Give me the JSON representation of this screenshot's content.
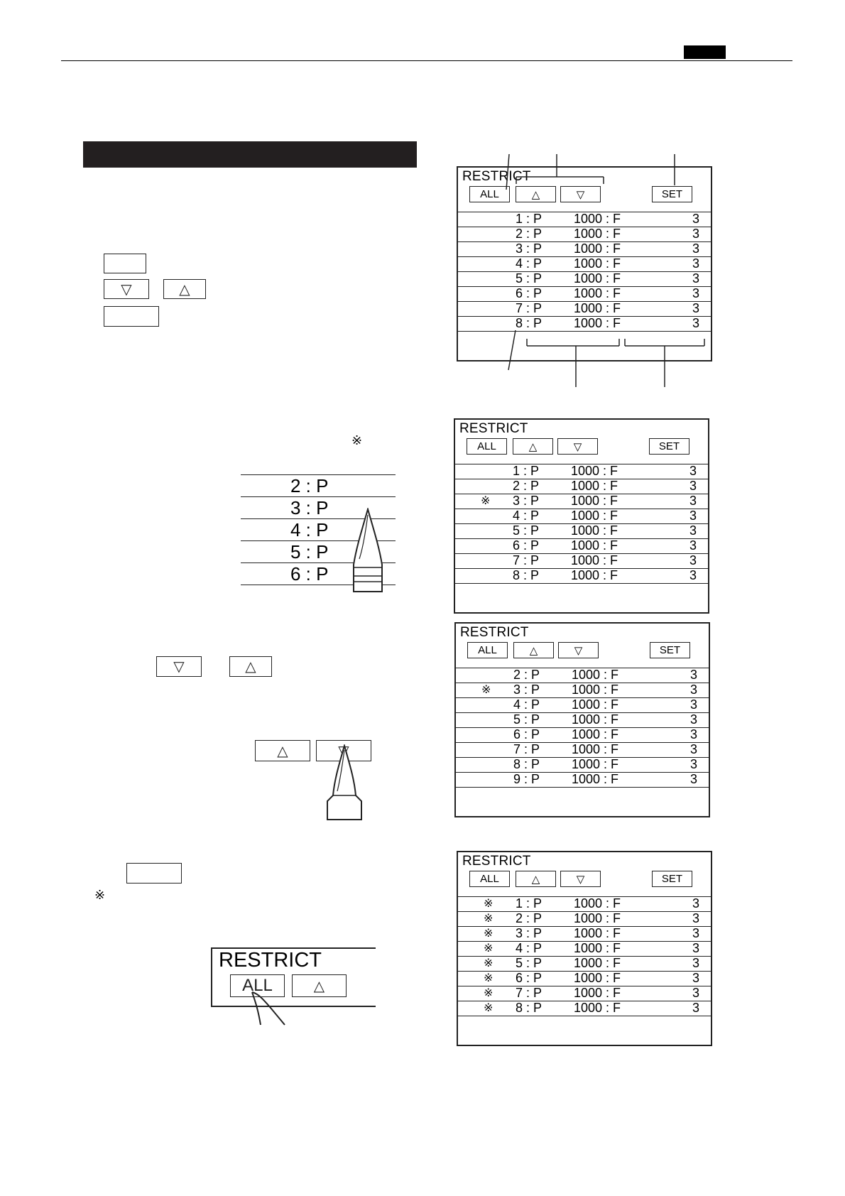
{
  "page": {
    "asterisk_note_1": "※",
    "asterisk_note_2": "※"
  },
  "left_keys": {
    "down_symbol": "▽",
    "up_symbol": "△"
  },
  "zoom_list": {
    "rows": [
      "2 : P",
      "3 : P",
      "4 : P",
      "5 : P",
      "6 : P"
    ]
  },
  "zoom_arrows": {
    "up_symbol": "△",
    "down_symbol": "▽"
  },
  "zoom_restrict": {
    "title": "RESTRICT",
    "all_label": "ALL",
    "up_symbol": "△"
  },
  "panels": [
    {
      "title": "RESTRICT",
      "all": "ALL",
      "up": "△",
      "down": "▽",
      "set": "SET",
      "rows": [
        {
          "mark": "",
          "num": "1 : P",
          "val": "1000 : F",
          "cnt": "3"
        },
        {
          "mark": "",
          "num": "2 : P",
          "val": "1000 : F",
          "cnt": "3"
        },
        {
          "mark": "",
          "num": "3 : P",
          "val": "1000 : F",
          "cnt": "3"
        },
        {
          "mark": "",
          "num": "4 : P",
          "val": "1000 : F",
          "cnt": "3"
        },
        {
          "mark": "",
          "num": "5 : P",
          "val": "1000 : F",
          "cnt": "3"
        },
        {
          "mark": "",
          "num": "6 : P",
          "val": "1000 : F",
          "cnt": "3"
        },
        {
          "mark": "",
          "num": "7 : P",
          "val": "1000 : F",
          "cnt": "3"
        },
        {
          "mark": "",
          "num": "8 : P",
          "val": "1000 : F",
          "cnt": "3"
        }
      ]
    },
    {
      "title": "RESTRICT",
      "all": "ALL",
      "up": "△",
      "down": "▽",
      "set": "SET",
      "rows": [
        {
          "mark": "",
          "num": "1 : P",
          "val": "1000 : F",
          "cnt": "3"
        },
        {
          "mark": "",
          "num": "2 : P",
          "val": "1000 : F",
          "cnt": "3"
        },
        {
          "mark": "※",
          "num": "3 : P",
          "val": "1000 : F",
          "cnt": "3"
        },
        {
          "mark": "",
          "num": "4 : P",
          "val": "1000 : F",
          "cnt": "3"
        },
        {
          "mark": "",
          "num": "5 : P",
          "val": "1000 : F",
          "cnt": "3"
        },
        {
          "mark": "",
          "num": "6 : P",
          "val": "1000 : F",
          "cnt": "3"
        },
        {
          "mark": "",
          "num": "7 : P",
          "val": "1000 : F",
          "cnt": "3"
        },
        {
          "mark": "",
          "num": "8 : P",
          "val": "1000 : F",
          "cnt": "3"
        }
      ]
    },
    {
      "title": "RESTRICT",
      "all": "ALL",
      "up": "△",
      "down": "▽",
      "set": "SET",
      "rows": [
        {
          "mark": "",
          "num": "2 : P",
          "val": "1000 : F",
          "cnt": "3"
        },
        {
          "mark": "※",
          "num": "3 : P",
          "val": "1000 : F",
          "cnt": "3"
        },
        {
          "mark": "",
          "num": "4 : P",
          "val": "1000 : F",
          "cnt": "3"
        },
        {
          "mark": "",
          "num": "5 : P",
          "val": "1000 : F",
          "cnt": "3"
        },
        {
          "mark": "",
          "num": "6 : P",
          "val": "1000 : F",
          "cnt": "3"
        },
        {
          "mark": "",
          "num": "7 : P",
          "val": "1000 : F",
          "cnt": "3"
        },
        {
          "mark": "",
          "num": "8 : P",
          "val": "1000 : F",
          "cnt": "3"
        },
        {
          "mark": "",
          "num": "9 : P",
          "val": "1000 : F",
          "cnt": "3"
        }
      ]
    },
    {
      "title": "RESTRICT",
      "all": "ALL",
      "up": "△",
      "down": "▽",
      "set": "SET",
      "rows": [
        {
          "mark": "※",
          "num": "1 : P",
          "val": "1000 : F",
          "cnt": "3"
        },
        {
          "mark": "※",
          "num": "2 : P",
          "val": "1000 : F",
          "cnt": "3"
        },
        {
          "mark": "※",
          "num": "3 : P",
          "val": "1000 : F",
          "cnt": "3"
        },
        {
          "mark": "※",
          "num": "4 : P",
          "val": "1000 : F",
          "cnt": "3"
        },
        {
          "mark": "※",
          "num": "5 : P",
          "val": "1000 : F",
          "cnt": "3"
        },
        {
          "mark": "※",
          "num": "6 : P",
          "val": "1000 : F",
          "cnt": "3"
        },
        {
          "mark": "※",
          "num": "7 : P",
          "val": "1000 : F",
          "cnt": "3"
        },
        {
          "mark": "※",
          "num": "8 : P",
          "val": "1000 : F",
          "cnt": "3"
        }
      ]
    }
  ]
}
